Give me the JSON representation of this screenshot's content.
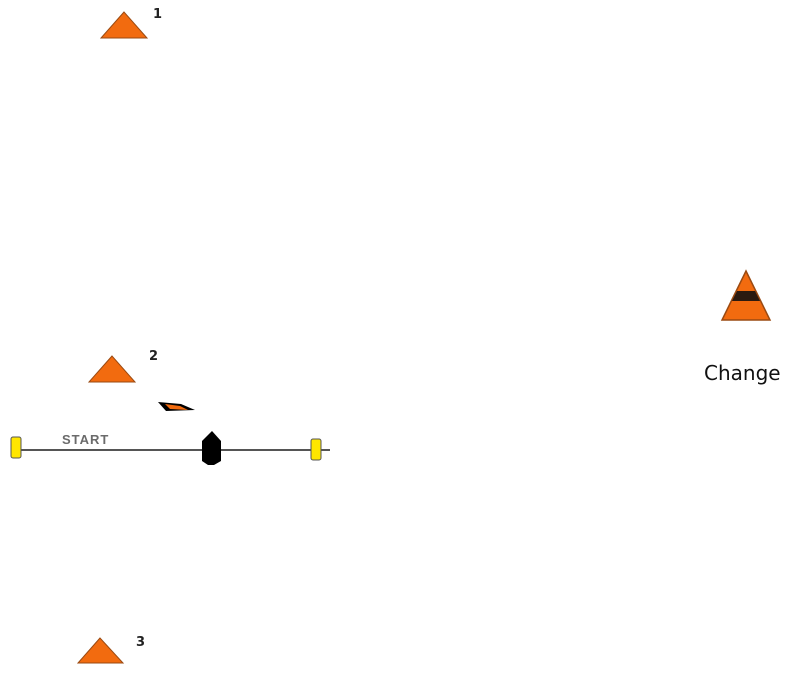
{
  "colors": {
    "mark_orange": "#f26b0f",
    "mark_outline": "#9a4a12",
    "change_band": "#2b1a10",
    "buoy_yellow": "#ffe600",
    "line_gray": "#555555",
    "boat_black": "#000000"
  },
  "marks": [
    {
      "number": "1",
      "icon": "orange-triangle-mark-icon"
    },
    {
      "number": "2",
      "icon": "orange-triangle-mark-icon"
    },
    {
      "number": "3",
      "icon": "orange-triangle-mark-icon"
    }
  ],
  "change_mark": {
    "label": "Change",
    "icon": "change-mark-icon"
  },
  "start_line": {
    "label": "START",
    "icons": [
      "pin-buoy-icon",
      "committee-boat-icon",
      "start-flag-icon",
      "pin-buoy-icon"
    ]
  }
}
